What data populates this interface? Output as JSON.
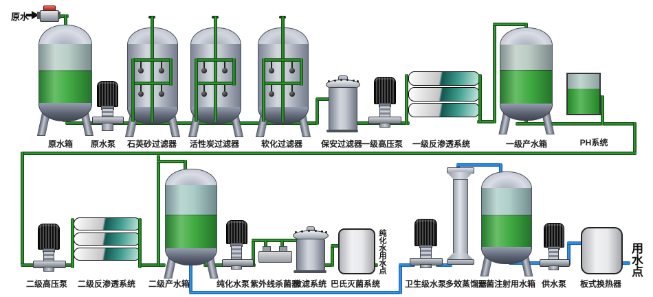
{
  "diagram": {
    "source_label": "原水",
    "purified_water_outlet_label": "纯化水用水点",
    "final_outlet_label": "用水点"
  },
  "top_row": [
    {
      "id": "raw-water-tank",
      "label": "原水箱"
    },
    {
      "id": "raw-water-pump",
      "label": "原水泵"
    },
    {
      "id": "quartz-sand-filter",
      "label": "石英砂过滤器"
    },
    {
      "id": "activated-carbon-filter",
      "label": "活性炭过滤器"
    },
    {
      "id": "softening-filter",
      "label": "软化过滤器"
    },
    {
      "id": "security-filter",
      "label": "保安过滤器"
    },
    {
      "id": "stage1-high-pressure-pump",
      "label": "一级高压泵"
    },
    {
      "id": "stage1-ro-system",
      "label": "一级反渗透系统"
    },
    {
      "id": "stage1-product-water-tank",
      "label": "一级产水箱"
    },
    {
      "id": "ph-system",
      "label": "PH系统"
    }
  ],
  "bottom_row": [
    {
      "id": "stage2-high-pressure-pump",
      "label": "二级高压泵"
    },
    {
      "id": "stage2-ro-system",
      "label": "二级反渗透系统"
    },
    {
      "id": "stage2-product-water-tank",
      "label": "二级产水箱"
    },
    {
      "id": "purified-water-pump",
      "label": "纯化水泵"
    },
    {
      "id": "uv-sterilizer",
      "label": "紫外线杀菌器"
    },
    {
      "id": "microfiltration-system",
      "label": "微滤系统"
    },
    {
      "id": "pasteurization-system",
      "label": "巴氏灭菌系统"
    },
    {
      "id": "sanitary-grade-pump",
      "label": "卫生级水泵"
    },
    {
      "id": "multi-effect-distiller",
      "label": "多效蒸馏器"
    },
    {
      "id": "sterile-injection-water-tank",
      "label": "无菌注射用水箱"
    },
    {
      "id": "supply-pump",
      "label": "供水泵"
    },
    {
      "id": "plate-heat-exchanger",
      "label": "板式换热器"
    }
  ],
  "colors": {
    "pipe_green": "#2f9b2f",
    "pipe_blue": "#2e8fe8",
    "tank_fill_green": "#28a228",
    "tank_band_teal": "#aec8c2",
    "steel_gray": "#aab0bd"
  }
}
